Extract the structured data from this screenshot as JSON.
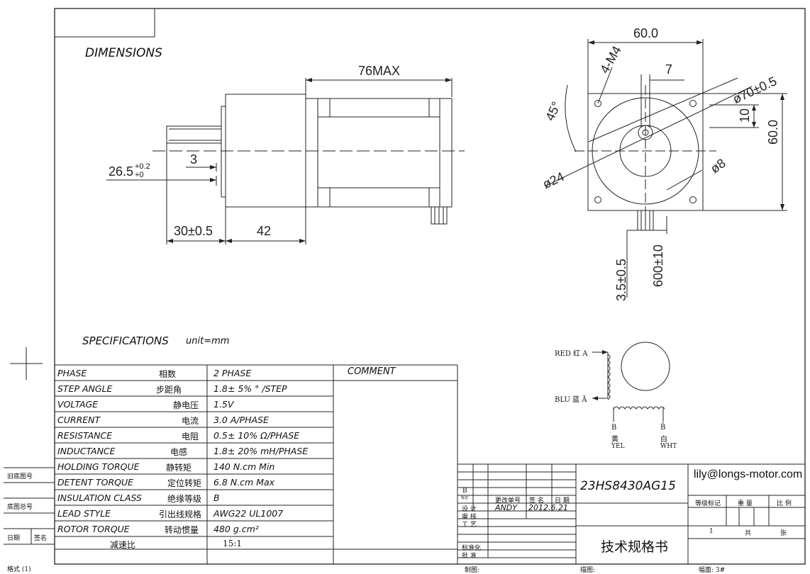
{
  "drawing": {
    "dimensions_title": "DIMENSIONS",
    "specifications_title": "SPECIFICATIONS",
    "unit_label": "unit=mm",
    "side_view": {
      "overall_length": "76MAX",
      "shaft_tolerance_main": "26.5",
      "shaft_tolerance_upper": "+0.2",
      "shaft_tolerance_lower": "+0",
      "flat_length": "3",
      "shaft_length": "30±0.5",
      "body_length": "42"
    },
    "front_view": {
      "width": "60.0",
      "height": "60.0",
      "hole_spec": "4-M4",
      "angle": "45°",
      "key_width": "7",
      "bolt_circle": "ø70±0.5",
      "flat_depth": "10",
      "pilot_diameter": "ø24",
      "shaft_diameter": "ø8",
      "connector_offset": "3.5±0.5",
      "lead_length": "600±10"
    },
    "wiring": {
      "red_label": "RED 红 A",
      "blu_label": "BLU 蓝 Ā",
      "b_label": "B",
      "b_bar_label": "B̄",
      "yel_cn": "黄",
      "yel_en": "YEL",
      "wht_cn": "白",
      "wht_en": "WHT"
    }
  },
  "spec_table": {
    "comment_header": "COMMENT",
    "rows": [
      {
        "en": "PHASE",
        "cn": "相数",
        "value": "2 PHASE"
      },
      {
        "en": "STEP ANGLE",
        "cn": "步距角",
        "value": "1.8± 5% ° /STEP"
      },
      {
        "en": "VOLTAGE",
        "cn": "静电压",
        "value": "1.5V"
      },
      {
        "en": "CURRENT",
        "cn": "电流",
        "value": "3.0 A/PHASE"
      },
      {
        "en": "RESISTANCE",
        "cn": "电阻",
        "value": "0.5± 10% Ω/PHASE"
      },
      {
        "en": "INDUCTANCE",
        "cn": "电感",
        "value": "1.8± 20% mH/PHASE"
      },
      {
        "en": "HOLDING TORQUE",
        "cn": "静转矩",
        "value": "140 N.cm Min"
      },
      {
        "en": "DETENT TORQUE",
        "cn": "定位转矩",
        "value": "6.8 N.cm Max"
      },
      {
        "en": "INSULATION CLASS",
        "cn": "绝缘等级",
        "value": "B"
      },
      {
        "en": "LEAD STYLE",
        "cn": "引出线规格",
        "value": "AWG22 UL1007"
      },
      {
        "en": "ROTOR TORQUE",
        "cn": "转动惯量",
        "value": "480 g.cm²"
      },
      {
        "en": "",
        "cn": "减速比",
        "value": "15:1"
      }
    ]
  },
  "left_margin": {
    "old_drawing_no": "旧底图号",
    "base_drawing_no": "底图总号",
    "date": "日期",
    "signature": "签名",
    "format": "格式 (1)"
  },
  "title_block": {
    "model": "23HS8430AG15",
    "email": "lily@longs-motor.com",
    "doc_title": "技术规格书",
    "rev_letter": "B",
    "mark_label": "标记",
    "change_no": "更改单号",
    "sign_label": "签 名",
    "date_label": "日 期",
    "design_label": "设 计",
    "designer": "ANDY",
    "design_date": "2012.6.21",
    "review_label": "审 核",
    "process_label": "工 艺",
    "standard_label": "标准化",
    "approve_label": "批 准",
    "grade_label": "等级标记",
    "weight_label": "重 量",
    "scale_label": "比 例",
    "sheet_no": "1",
    "total_label": "共",
    "sheets_label": "张",
    "drawn_by": "制图:",
    "traced_by": "描图:",
    "sheet_size": "幅面: 3#"
  }
}
